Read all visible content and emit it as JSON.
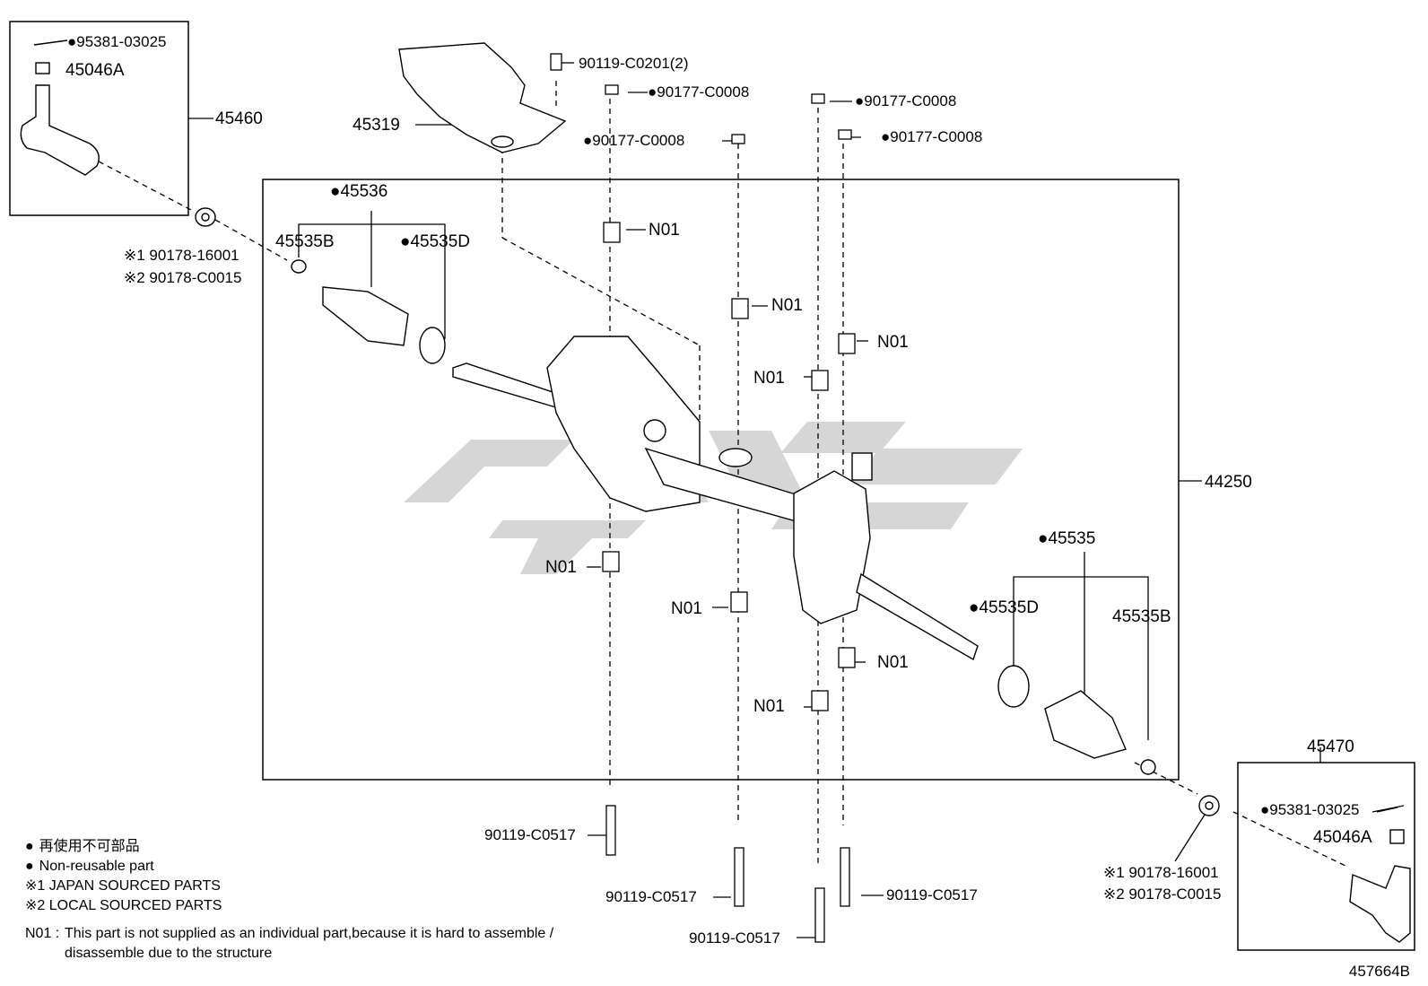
{
  "diagram": {
    "assembly_no": "44250",
    "labels": {
      "cotter_pin_l": "●95381-03025",
      "nut_l": "45046A",
      "tie_rod_end_l": "45460",
      "washer_l_jp": "※1 90178-16001",
      "washer_l_local": "※2 90178-C0015",
      "heat_shield": "45319",
      "bolt_shield": "90119-C0201(2)",
      "nut_a": "●90177-C0008",
      "nut_b": "●90177-C0008",
      "nut_c": "●90177-C0008",
      "nut_d": "●90177-C0008",
      "boot_kit_l": "●45536",
      "clip_l": "45535B",
      "band_l": "●45535D",
      "n01_1": "N01",
      "n01_2": "N01",
      "n01_3": "N01",
      "n01_4": "N01",
      "n01_5": "N01",
      "n01_6": "N01",
      "n01_7": "N01",
      "n01_8": "N01",
      "boot_kit_r": "●45535",
      "band_r": "●45535D",
      "clip_r": "45535B",
      "bolt_1": "90119-C0517",
      "bolt_2": "90119-C0517",
      "bolt_3": "90119-C0517",
      "bolt_4": "90119-C0517",
      "tie_rod_end_r": "45470",
      "cotter_pin_r": "●95381-03025",
      "nut_r": "45046A",
      "washer_r_jp": "※1 90178-16001",
      "washer_r_local": "※2 90178-C0015"
    },
    "legend": {
      "non_reusable_jp": "再使用不可部品",
      "non_reusable_en": "Non-reusable part",
      "japan_sourced": "※1 JAPAN SOURCED PARTS",
      "local_sourced": "※2 LOCAL SOURCED PARTS",
      "note_prefix": "N01 :",
      "note_line1": "This part is not supplied as an individual part,because it is hard to assemble /",
      "note_line2": "disassemble due to the structure"
    },
    "figure_code": "457664B"
  }
}
